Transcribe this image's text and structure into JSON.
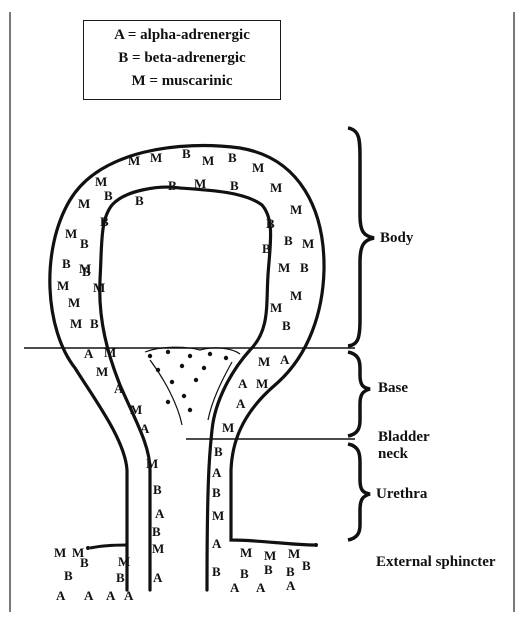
{
  "legend": {
    "alpha": "A = alpha-adrenergic",
    "beta": "B = beta-adrenergic",
    "muscarinic": "M = muscarinic"
  },
  "regions": {
    "body": "Body",
    "base": "Base",
    "bladder_neck_line1": "Bladder",
    "bladder_neck_line2": "neck",
    "urethra": "Urethra",
    "external_sphincter": "External sphincter"
  },
  "receptor_markers": {
    "top_row": [
      "M",
      "M",
      "B",
      "M",
      "B",
      "M"
    ],
    "upper_ring": [
      "M",
      "B",
      "B",
      "M",
      "B",
      "M"
    ],
    "left_wall": [
      "M",
      "B",
      "B",
      "M",
      "B",
      "B",
      "M",
      "M",
      "M",
      "M",
      "M",
      "B",
      "B"
    ],
    "right_wall": [
      "M",
      "B",
      "B",
      "B",
      "M",
      "M",
      "B",
      "M",
      "M",
      "B"
    ],
    "base_left": [
      "A",
      "M",
      "A",
      "M",
      "A",
      "M"
    ],
    "base_right": [
      "M",
      "A",
      "A",
      "M",
      "A",
      "M"
    ],
    "urethra_left": [
      "M",
      "B",
      "A",
      "B",
      "M",
      "A"
    ],
    "urethra_right": [
      "B",
      "A",
      "B",
      "M",
      "A",
      "B"
    ],
    "sphincter_left": [
      "M",
      "M",
      "B",
      "B",
      "M",
      "B",
      "A",
      "A",
      "A",
      "A"
    ],
    "sphincter_right": [
      "M",
      "M",
      "M",
      "B",
      "B",
      "B",
      "A",
      "A",
      "B",
      "A"
    ]
  }
}
